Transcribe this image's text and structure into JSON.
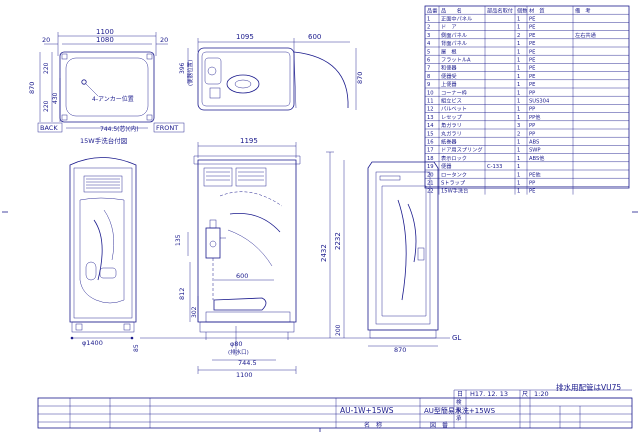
{
  "parts_table": {
    "headers": [
      "品番",
      "品　　名",
      "部品名取付",
      "個数",
      "材　質",
      "備　考"
    ],
    "rows": [
      [
        "1",
        "正面中パネル",
        "",
        "1",
        "PE",
        ""
      ],
      [
        "2",
        "ド　ア",
        "",
        "1",
        "PE",
        ""
      ],
      [
        "3",
        "側面パネル",
        "",
        "2",
        "PE",
        "左右共通"
      ],
      [
        "4",
        "背面パネル",
        "",
        "1",
        "PE",
        ""
      ],
      [
        "5",
        "屋　根",
        "",
        "1",
        "PE",
        ""
      ],
      [
        "6",
        "フラットルA",
        "",
        "1",
        "PE",
        ""
      ],
      [
        "7",
        "和便器",
        "",
        "1",
        "PE",
        ""
      ],
      [
        "8",
        "便器受",
        "",
        "1",
        "PE",
        ""
      ],
      [
        "9",
        "上便器",
        "",
        "1",
        "PE",
        ""
      ],
      [
        "10",
        "コーナー枠",
        "",
        "1",
        "PP",
        ""
      ],
      [
        "11",
        "組立ビス",
        "",
        "1",
        "SUS304",
        ""
      ],
      [
        "12",
        "パルベット",
        "",
        "1",
        "PP",
        ""
      ],
      [
        "13",
        "レセップ",
        "",
        "1",
        "PP他",
        ""
      ],
      [
        "14",
        "角ガラリ",
        "",
        "3",
        "PP",
        ""
      ],
      [
        "15",
        "丸ガラリ",
        "",
        "2",
        "PP",
        ""
      ],
      [
        "16",
        "紙巻器",
        "",
        "1",
        "ABS",
        ""
      ],
      [
        "17",
        "ドア用スプリング",
        "",
        "1",
        "SWP",
        ""
      ],
      [
        "18",
        "表示ロック",
        "",
        "1",
        "ABS他",
        ""
      ],
      [
        "19",
        "便器",
        "C-133",
        "1",
        "",
        ""
      ],
      [
        "20",
        "ロータンク",
        "",
        "1",
        "PE他",
        ""
      ],
      [
        "21",
        "Sトラップ",
        "",
        "1",
        "PP",
        ""
      ],
      [
        "22",
        "15W手洗台",
        "",
        "1",
        "PE",
        ""
      ]
    ]
  },
  "dimensions": {
    "top_1100": "1100",
    "top_1080": "1080",
    "d20a": "20",
    "d20b": "20",
    "d870": "870",
    "d220a": "220",
    "d220b": "220",
    "d430": "430",
    "anchor_label": "4-アンカー位置",
    "d744_5_anchor": "744.5(芯)(内)",
    "back_label": "BACK",
    "front_label": "FRONT",
    "sink_caption": "15W手洗台付図",
    "plan_1095": "1095",
    "plan_600": "600",
    "plan_396": "396",
    "plan_870": "870",
    "plan_396_label": "(便器位置)",
    "side_1195": "1195",
    "d135": "135",
    "d600": "600",
    "d812": "812",
    "d302": "302",
    "d2432": "2432",
    "d2232": "2232",
    "d200": "200",
    "dia80": "φ80",
    "dia80_note": "(排水口)",
    "d744_5": "744.5",
    "side_1100": "1100",
    "d1400": "φ1400",
    "d85": "85",
    "gl": "GL",
    "door_870": "870"
  },
  "notes": {
    "pipe_note": "排水用配管はVU75"
  },
  "title_block": {
    "date_label": "日",
    "date_value": "H17. 12. 13",
    "scale_label": "尺",
    "scale_value": "1:20",
    "model_code": "AU-1W+15WS",
    "product_name": "AU型簡易水洗+15WS",
    "name_label": "名　称",
    "drawing_label": "図　番",
    "check_label": "検",
    "draw_label": "製",
    "approve_label": "承"
  }
}
